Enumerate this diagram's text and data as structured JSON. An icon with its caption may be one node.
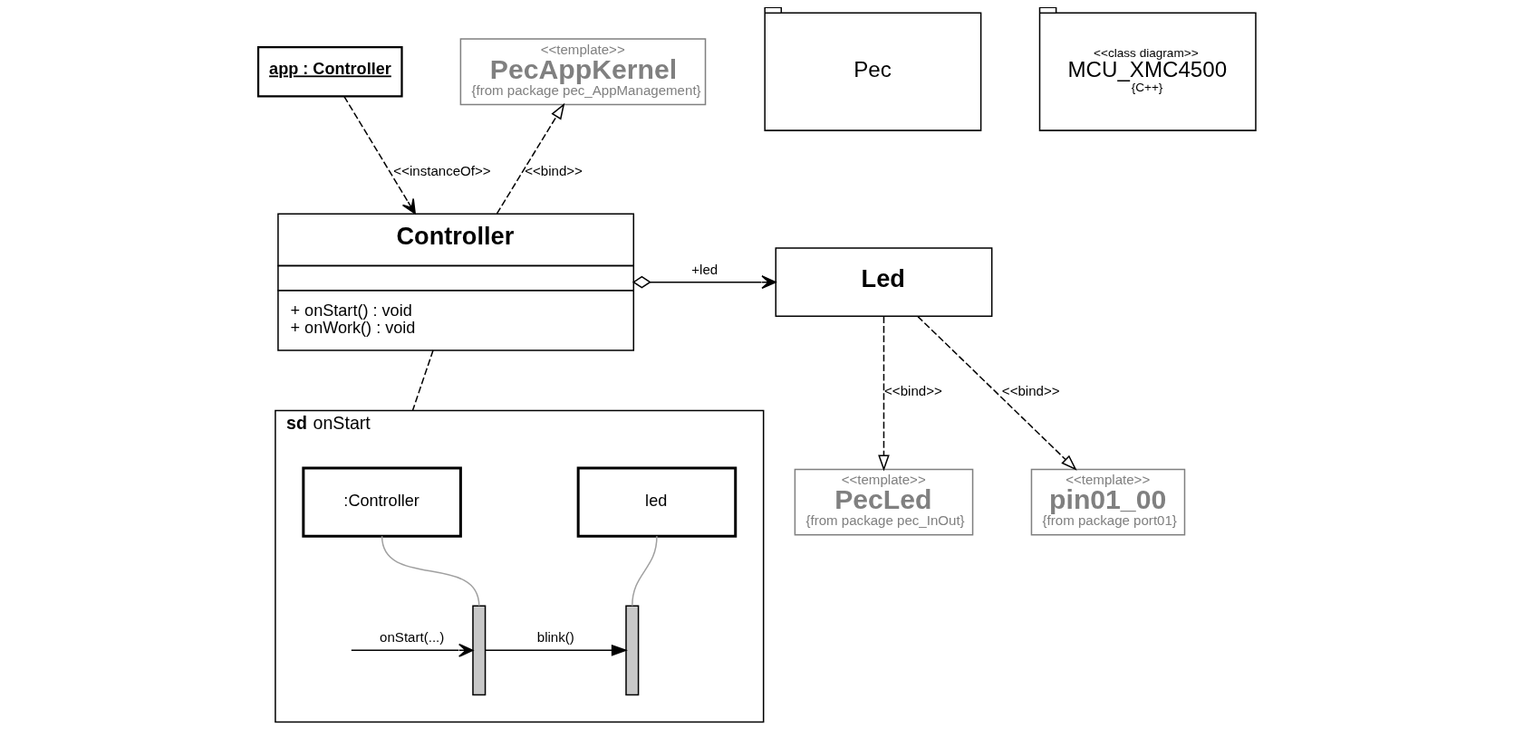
{
  "diagram": {
    "nodes": [
      {
        "text": [
          "app : Controller"
        ]
      },
      {
        "text": [
          "<<template>>",
          "PecAppKernel",
          "{from package pec_AppManagement}"
        ]
      },
      {
        "text": [
          "Pec"
        ]
      },
      {
        "text": [
          "<<class diagram>>",
          "MCU_XMC4500",
          "{C++}"
        ]
      },
      {
        "text": [
          "Controller",
          "+ onStart() : void",
          "+ onWork() : void"
        ]
      },
      {
        "text": [
          "Led"
        ]
      },
      {
        "text": [
          "<<template>>",
          "PecLed",
          "{from package pec_InOut}"
        ]
      },
      {
        "text": [
          "<<template>>",
          "pin01_00",
          "{from package port01}"
        ]
      },
      {
        "text": [
          "sd",
          "onStart"
        ]
      },
      {
        "text": [
          ":Controller"
        ],
        "in": 8
      },
      {
        "text": [
          "led"
        ],
        "in": 8
      },
      {
        "text": [],
        "shape": "bar",
        "in": 8
      },
      {
        "text": [],
        "shape": "bar",
        "in": 8
      }
    ],
    "edges": [
      {
        "from": 0,
        "to": 4,
        "arrow": "to",
        "label": "<<instanceOf>>",
        "style": "dashed"
      },
      {
        "from": 4,
        "to": 1,
        "arrow": "to",
        "label": "<<bind>>",
        "style": "dashed"
      },
      {
        "from": 4,
        "to": 5,
        "arrow": "to",
        "label": "+led"
      },
      {
        "from": 5,
        "to": 6,
        "arrow": "to",
        "label": "<<bind>>",
        "style": "dashed"
      },
      {
        "from": 5,
        "to": 7,
        "arrow": "to",
        "label": "<<bind>>",
        "style": "dashed"
      },
      {
        "from": 4,
        "to": 8,
        "arrow": "none",
        "style": "dashed"
      },
      {
        "from": 9,
        "to": 11,
        "arrow": "none",
        "color": "#a0a0a0"
      },
      {
        "from": 10,
        "to": 12,
        "arrow": "none",
        "color": "#a0a0a0"
      },
      {
        "from": null,
        "to": 11,
        "arrow": "to",
        "label": "onStart(...)"
      },
      {
        "from": 11,
        "to": 12,
        "arrow": "to",
        "label": "blink()"
      }
    ]
  }
}
